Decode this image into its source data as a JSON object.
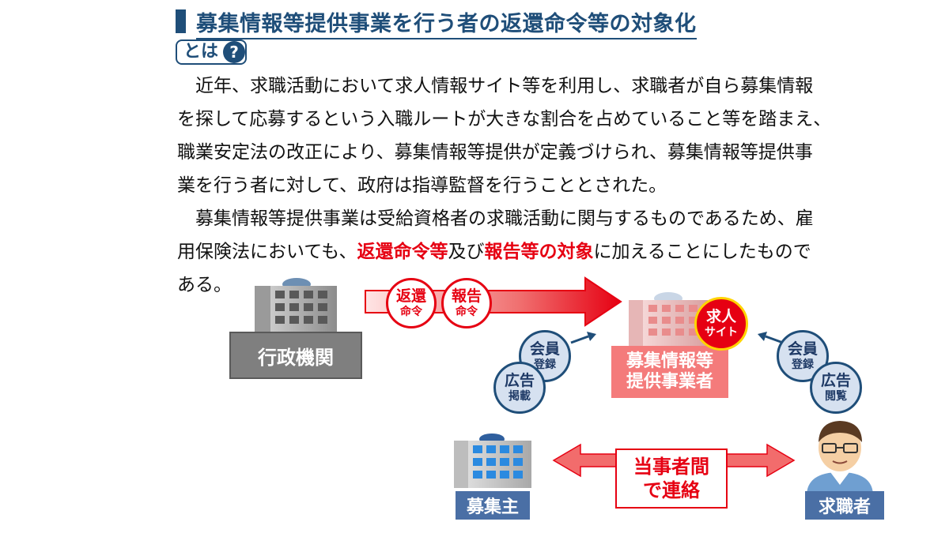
{
  "title": "募集情報等提供事業を行う者の返還命令等の対象化",
  "badge": {
    "label": "とは",
    "icon": "question-icon",
    "icon_glyph": "?"
  },
  "paragraph": {
    "line1": "　近年、求職活動において求人情報サイト等を利用し、求職者が自ら募集情報",
    "line2": "を探して応募するという入職ルートが大きな割合を占めていること等を踏まえ、",
    "line3": "職業安定法の改正により、募集情報等提供が定義づけられ、募集情報等提供事",
    "line4": "業を行う者に対して、政府は指導監督を行うこととされた。",
    "line5": "　募集情報等提供事業は受給資格者の求職活動に関与するものであるため、雇",
    "line6_a": "用保険法においても、",
    "line6_red1": "返還命令等",
    "line6_b": "及び",
    "line6_red2": "報告等の対象",
    "line6_c": "に加えることにしたもので",
    "line7": "ある。"
  },
  "diagram": {
    "government": "行政機関",
    "provider_line1": "募集情報等",
    "provider_line2": "提供事業者",
    "site_badge_big": "求人",
    "site_badge_small": "サイト",
    "employer": "募集主",
    "jobseeker": "求職者",
    "return_order_big": "返還",
    "return_order_small": "命令",
    "report_order_big": "報告",
    "report_order_small": "命令",
    "member_reg_big": "会員",
    "member_reg_small": "登録",
    "ad_post_big": "広告",
    "ad_post_small": "掲載",
    "member_reg2_big": "会員",
    "member_reg2_small": "登録",
    "ad_view_big": "広告",
    "ad_view_small": "閲覧",
    "direct_contact_line1": "当事者間",
    "direct_contact_line2": "で連絡"
  },
  "colors": {
    "title_blue": "#1f4e79",
    "red": "#e60012",
    "gov_gray": "#7f7f7f",
    "employer_blue": "#4a6fa5",
    "provider_red": "#f47b7b"
  }
}
